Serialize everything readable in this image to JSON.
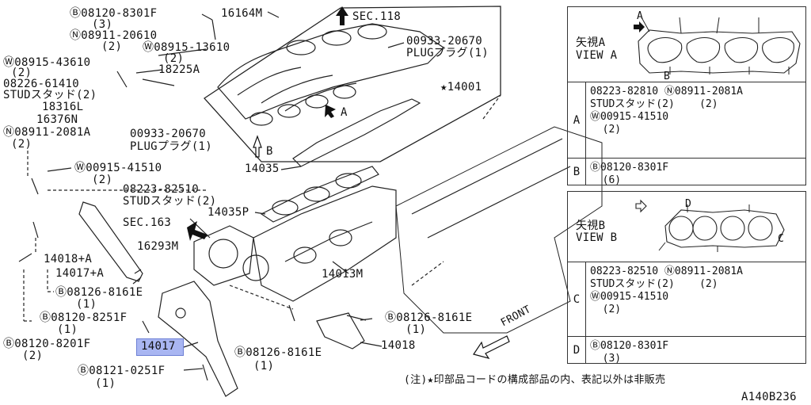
{
  "callouts": {
    "c1": "Ⓑ08120-8301F",
    "c1q": "(3)",
    "c2": "16164M",
    "c3": "SEC.118",
    "c4": "Ⓝ08911-20610",
    "c4q": "(2)",
    "c5": "Ⓦ08915-13610",
    "c5q": "(2)",
    "c6": "Ⓦ08915-43610",
    "c6q": "(2)",
    "c7": "18225A",
    "c8": "08226-61410",
    "c8b": "STUDスタッド(2)",
    "c9": "18316L",
    "c10": "16376N",
    "c11": "Ⓝ08911-2081A",
    "c11q": "(2)",
    "c12": "00933-20670",
    "c12b": "PLUGプラグ(1)",
    "c13": "★14001",
    "c14": "00933-20670",
    "c14b": "PLUGプラグ(1)",
    "c15": "A",
    "c16": "B",
    "c17": "Ⓦ00915-41510",
    "c17q": "(2)",
    "c18": "08223-82510",
    "c18b": "STUDスタッド(2)",
    "c19": "14035",
    "c20": "14035P",
    "c21": "SEC.163",
    "c22": "16293M",
    "c23": "14018+A",
    "c24": "14017+A",
    "c25": "14013M",
    "c26": "Ⓑ08126-8161E",
    "c26q": "(1)",
    "c27": "Ⓑ08120-8251F",
    "c27q": "(1)",
    "c28": "Ⓑ08126-8161E",
    "c28q": "(1)",
    "c29": "Ⓑ08120-8201F",
    "c29q": "(2)",
    "c30": "14017",
    "c31": "14018",
    "c32": "Ⓑ08126-8161E",
    "c32q": "(1)",
    "c33": "Ⓑ08121-0251F",
    "c33q": "(1)",
    "c34": "FRONT"
  },
  "viewA": {
    "title": "矢視A",
    "title2": "VIEW A",
    "rows": [
      {
        "key": "A",
        "text": "08223-82810 Ⓝ08911-2081A\nSTUDスタッド(2)    (2)\nⓌ00915-41510\n  (2)"
      },
      {
        "key": "B",
        "text": "Ⓑ08120-8301F\n  (6)"
      }
    ],
    "markA": "A",
    "markB": "B"
  },
  "viewB": {
    "title": "矢視B",
    "title2": "VIEW B",
    "rows": [
      {
        "key": "C",
        "text": "08223-82510 Ⓝ08911-2081A\nSTUDスタッド(2)    (2)\nⓌ00915-41510\n  (2)"
      },
      {
        "key": "D",
        "text": "Ⓑ08120-8301F\n  (3)"
      }
    ],
    "markC": "C",
    "markD": "D"
  },
  "footnote": "(注)★印部品コードの構成部品の内、表記以外は非販売",
  "figure_id": "A140B236"
}
